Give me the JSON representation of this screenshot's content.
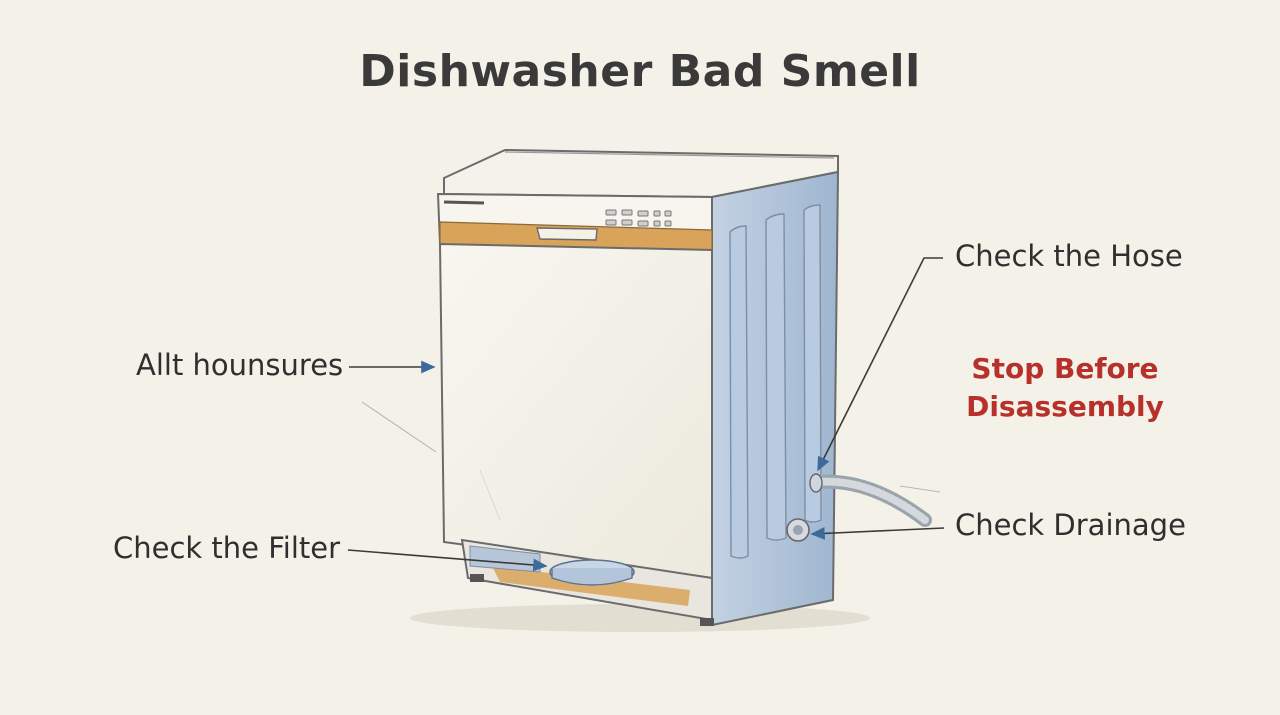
{
  "title": "Dishwasher Bad Smell",
  "labels": {
    "housing": "Allt hounsures",
    "filter": "Check the Filter",
    "hose": "Check the Hose",
    "drainage": "Check Drainage"
  },
  "warning": {
    "line1": "Stop Before",
    "line2": "Disassembly"
  },
  "colors": {
    "background": "#f3f1e8",
    "warning": "#b8302a",
    "arrow": "#3d6a9a",
    "panel_trim": "#d9a35a",
    "side_panel": "#aec3db"
  }
}
